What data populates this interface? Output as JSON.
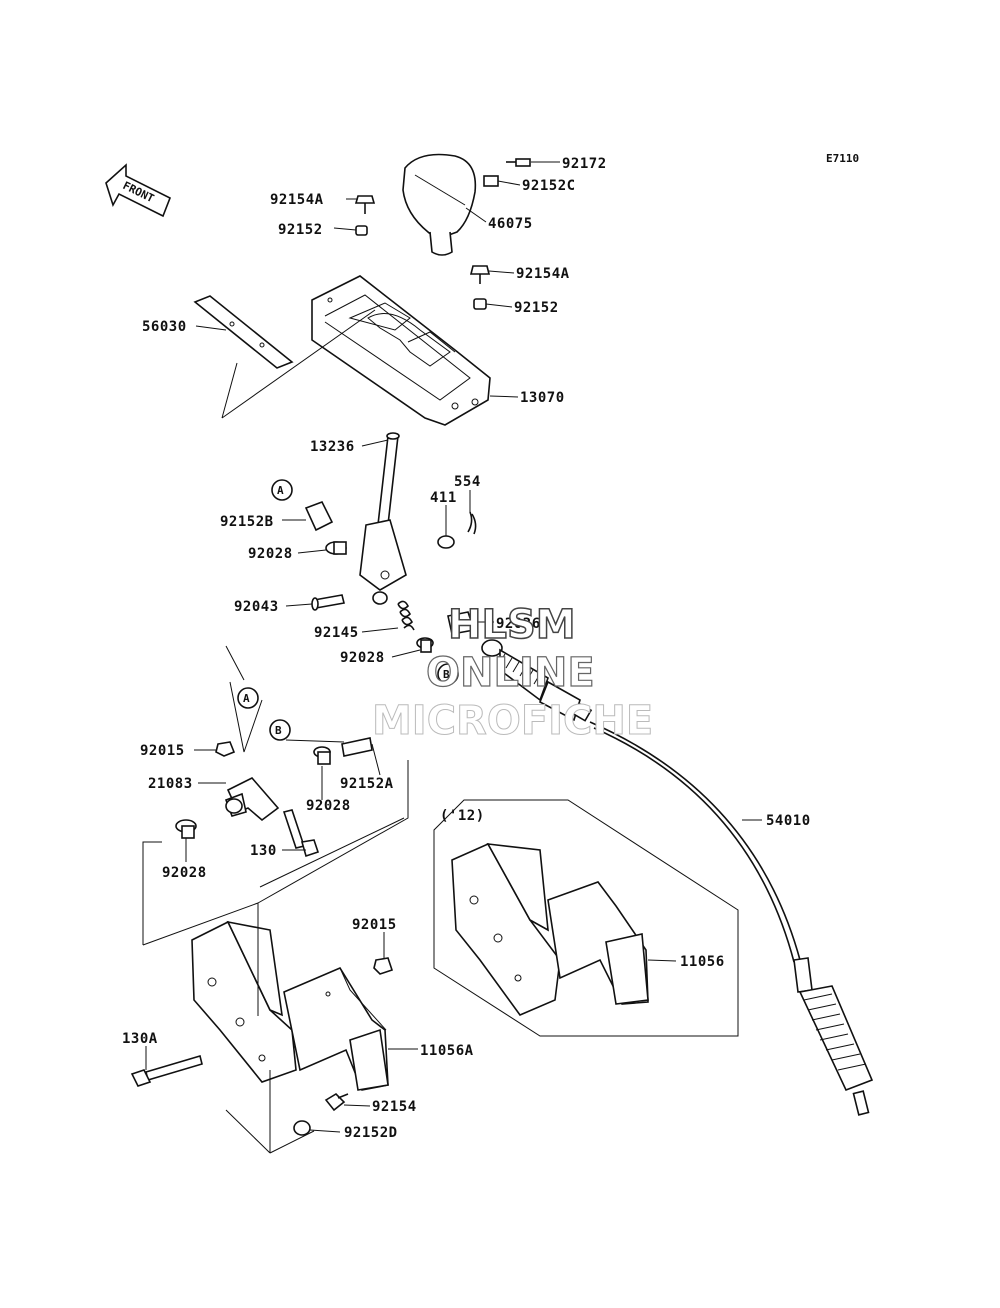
{
  "diagram_id": "E7110",
  "front_label": "FRONT",
  "year_note": "('12)",
  "callouts": {
    "a": "A",
    "b": "B"
  },
  "watermark": {
    "line1": "HLSM",
    "line2": "ONLINE",
    "line3": "MICROFICHE"
  },
  "parts": {
    "p92172": "92172",
    "p92152C": "92152C",
    "p92154A_top": "92154A",
    "p46075": "46075",
    "p92152_left": "92152",
    "p92154A_right": "92154A",
    "p92152_right": "92152",
    "p56030": "56030",
    "p13070": "13070",
    "p13236": "13236",
    "p554": "554",
    "p411": "411",
    "p92152B": "92152B",
    "p92028_a": "92028",
    "p92043": "92043",
    "p92026": "92026",
    "p92145": "92145",
    "p92028_b": "92028",
    "p92015_a": "92015",
    "p21083": "21083",
    "p92152A": "92152A",
    "p92028_c": "92028",
    "p130": "130",
    "p92028_d": "92028",
    "p54010": "54010",
    "p11056": "11056",
    "p92015_b": "92015",
    "p130A": "130A",
    "p11056A": "11056A",
    "p92154": "92154",
    "p92152D": "92152D"
  }
}
